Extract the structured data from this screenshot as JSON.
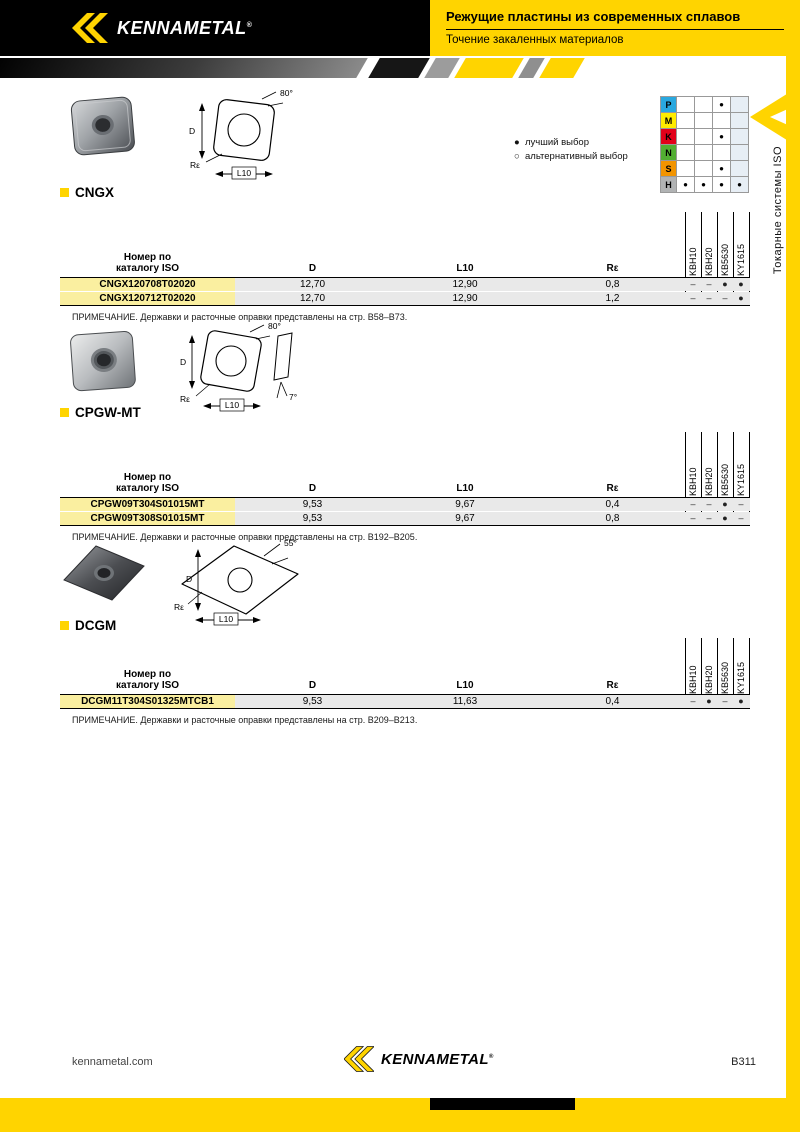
{
  "brand": {
    "name": "KENNAMETAL",
    "reg": "®",
    "yellow": "#FFD400"
  },
  "header": {
    "title": "Режущие пластины из современных сплавов",
    "subtitle": "Точение закаленных материалов"
  },
  "sidebar": {
    "vertical_label": "Токарные системы ISO"
  },
  "legend": {
    "best_glyph": "●",
    "best_label": "лучший выбор",
    "alt_glyph": "○",
    "alt_label": "альтернативный выбор"
  },
  "material_grid": {
    "rows": [
      {
        "letter": "P",
        "color": "#29A8DF",
        "dots": [
          "",
          "",
          "●",
          ""
        ]
      },
      {
        "letter": "M",
        "color": "#FFEC00",
        "dots": [
          "",
          "",
          "",
          ""
        ]
      },
      {
        "letter": "K",
        "color": "#E2001A",
        "dots": [
          "",
          "",
          "●",
          ""
        ]
      },
      {
        "letter": "N",
        "color": "#52AE32",
        "dots": [
          "",
          "",
          "",
          ""
        ]
      },
      {
        "letter": "S",
        "color": "#F29400",
        "dots": [
          "",
          "",
          "●",
          ""
        ]
      },
      {
        "letter": "H",
        "color": "#B1B3B4",
        "dots": [
          "●",
          "●",
          "●",
          "●"
        ]
      }
    ]
  },
  "diagrams": {
    "cngx": {
      "angle": "80°",
      "d": "D",
      "l10": "L10",
      "re": "Rε"
    },
    "cpgw": {
      "angle": "80°",
      "relief": "7°",
      "d": "D",
      "l10": "L10",
      "re": "Rε"
    },
    "dcgm": {
      "angle": "55°",
      "d": "D",
      "l10": "L10",
      "re": "Rε"
    }
  },
  "tables": [
    {
      "section": "CNGX",
      "grades": [
        "KBH10",
        "KBH20",
        "KB5630",
        "KY1615"
      ],
      "headers": {
        "num": "Номер по\nкаталогу ISO",
        "d": "D",
        "l10": "L10",
        "re": "Rε"
      },
      "rows": [
        {
          "num": "CNGX120708T02020",
          "d": "12,70",
          "l10": "12,90",
          "re": "0,8",
          "marks": [
            "–",
            "–",
            "●",
            "●"
          ]
        },
        {
          "num": "CNGX120712T02020",
          "d": "12,70",
          "l10": "12,90",
          "re": "1,2",
          "marks": [
            "–",
            "–",
            "–",
            "●"
          ]
        }
      ],
      "note": "ПРИМЕЧАНИЕ. Державки и расточные оправки представлены на стр. B58–B73."
    },
    {
      "section": "CPGW-MT",
      "grades": [
        "KBH10",
        "KBH20",
        "KB5630",
        "KY1615"
      ],
      "headers": {
        "num": "Номер по\nкаталогу ISO",
        "d": "D",
        "l10": "L10",
        "re": "Rε"
      },
      "rows": [
        {
          "num": "CPGW09T304S01015MT",
          "d": "9,53",
          "l10": "9,67",
          "re": "0,4",
          "marks": [
            "–",
            "–",
            "●",
            "–"
          ]
        },
        {
          "num": "CPGW09T308S01015MT",
          "d": "9,53",
          "l10": "9,67",
          "re": "0,8",
          "marks": [
            "–",
            "–",
            "●",
            "–"
          ]
        }
      ],
      "note": "ПРИМЕЧАНИЕ. Державки и расточные оправки представлены на стр. B192–B205."
    },
    {
      "section": "DCGM",
      "grades": [
        "KBH10",
        "KBH20",
        "KB5630",
        "KY1615"
      ],
      "headers": {
        "num": "Номер по\nкаталогу ISO",
        "d": "D",
        "l10": "L10",
        "re": "Rε"
      },
      "rows": [
        {
          "num": "DCGM11T304S01325MTCB1",
          "d": "9,53",
          "l10": "11,63",
          "re": "0,4",
          "marks": [
            "–",
            "●",
            "–",
            "●"
          ]
        }
      ],
      "note": "ПРИМЕЧАНИЕ. Державки и расточные оправки представлены на стр. B209–B213."
    }
  ],
  "footer": {
    "site": "kennametal.com",
    "page": "B311"
  }
}
